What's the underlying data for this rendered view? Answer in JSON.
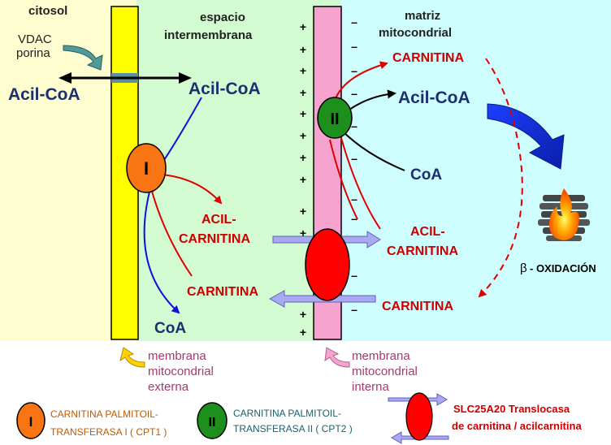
{
  "regions": {
    "cytosol": "citosol",
    "intermembrane_line1": "espacio",
    "intermembrane_line2": "intermembrana",
    "matrix_line1": "matriz",
    "matrix_line2": "mitocondrial"
  },
  "vdac": {
    "line1": "VDAC",
    "line2": "porina"
  },
  "molecules": {
    "acil_coa_cytosol": "Acil-CoA",
    "acil_coa_intermembrane": "Acil-CoA",
    "acil_coa_matrix": "Acil-CoA",
    "acil_carnitina_im_1": "ACIL-",
    "acil_carnitina_im_2": "CARNITINA",
    "acil_carnitina_mx_1": "ACIL-",
    "acil_carnitina_mx_2": "CARNITINA",
    "carnitina_im": "CARNITINA",
    "carnitina_mx_top": "CARNITINA",
    "carnitina_mx_bottom": "CARNITINA",
    "coa_im": "CoA",
    "coa_mx": "CoA"
  },
  "beta_oxidation": {
    "symbol": "β",
    "text": "- OXIDACIÓN"
  },
  "enzymes": {
    "cpt1_numeral": "I",
    "cpt2_numeral": "II"
  },
  "charges": {
    "plus": "+",
    "minus": "–"
  },
  "membranes": {
    "outer": [
      "membrana",
      "mitocondrial",
      "externa"
    ],
    "inner": [
      "membrana",
      "mitocondrial",
      "interna"
    ]
  },
  "legend": {
    "cpt1_numeral": "I",
    "cpt1_line1": "CARNITINA PALMITOIL-",
    "cpt1_line2": "TRANSFERASA I  ( CPT1 )",
    "cpt2_numeral": "II",
    "cpt2_line1": "CARNITINA PALMITOIL-",
    "cpt2_line2": "TRANSFERASA II  ( CPT2 )",
    "translocase_line1": "SLC25A20   Translocasa",
    "translocase_line2": "de carnitina / acilcarnitina"
  },
  "colors": {
    "cytosol_bg": "#fdfdcf",
    "intermembrane_bg": "#d3fbd1",
    "matrix_bg": "#cefdfd",
    "outer_membrane": "#ffff00",
    "inner_membrane": "#f7a3cf",
    "cpt1": "#f97513",
    "cpt2": "#1c8f1c",
    "translocase": "#ff0000",
    "navy_text": "#1d2f6e",
    "red_text": "#cc0000",
    "flow_arrow": "#a9a9f2"
  }
}
